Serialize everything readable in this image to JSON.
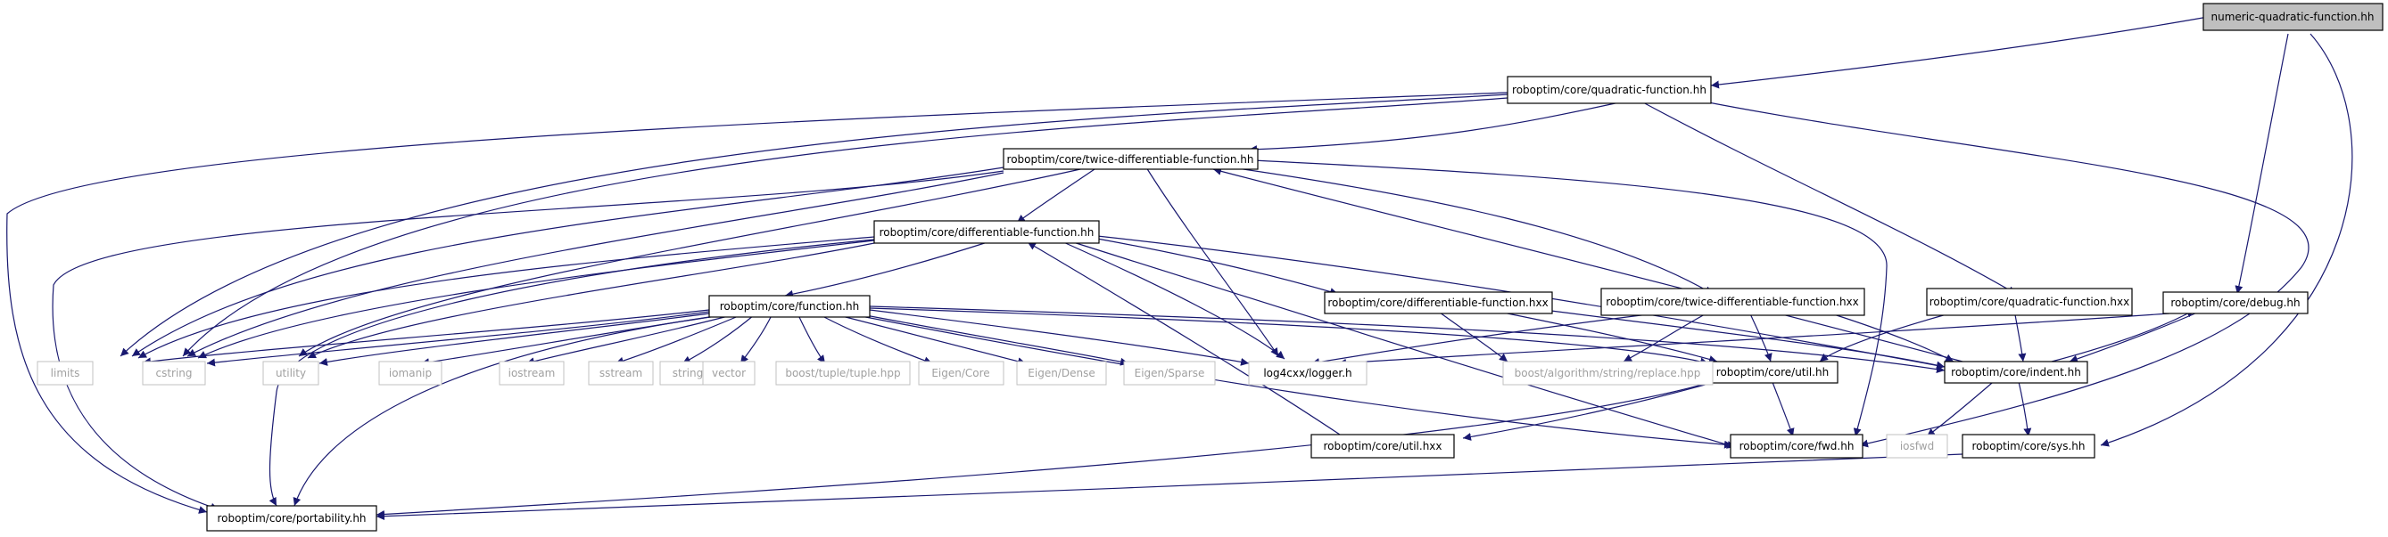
{
  "colors": {
    "edge": "#191970",
    "node_border": "#000000",
    "root_fill": "#bfbfbf",
    "node_fill": "#ffffff",
    "external_border": "#c0c0c0",
    "external_text": "#a0a0a0"
  },
  "nodes": {
    "root": "numeric-quadratic-function.hh",
    "quad_hh": "roboptim/core/quadratic-function.hh",
    "twice_hh": "roboptim/core/twice-differentiable-function.hh",
    "diff_hh": "roboptim/core/differentiable-function.hh",
    "func_hh": "roboptim/core/function.hh",
    "diff_hxx": "roboptim/core/differentiable-function.hxx",
    "twice_hxx": "roboptim/core/twice-differentiable-function.hxx",
    "quad_hxx": "roboptim/core/quadratic-function.hxx",
    "debug_hh": "roboptim/core/debug.hh",
    "indent_hh": "roboptim/core/indent.hh",
    "util_hh": "roboptim/core/util.hh",
    "util_hxx": "roboptim/core/util.hxx",
    "fwd_hh": "roboptim/core/fwd.hh",
    "sys_hh": "roboptim/core/sys.hh",
    "portability_hh": "roboptim/core/portability.hh",
    "log4cxx": "log4cxx/logger.h",
    "limits": "limits",
    "cstring": "cstring",
    "utility": "utility",
    "iomanip": "iomanip",
    "iostream": "iostream",
    "sstream": "sstream",
    "string": "string",
    "vector": "vector",
    "tuple": "boost/tuple/tuple.hpp",
    "eigen_core": "Eigen/Core",
    "eigen_dense": "Eigen/Dense",
    "eigen_sparse": "Eigen/Sparse",
    "replace": "boost/algorithm/string/replace.hpp",
    "iosfwd": "iosfwd"
  }
}
